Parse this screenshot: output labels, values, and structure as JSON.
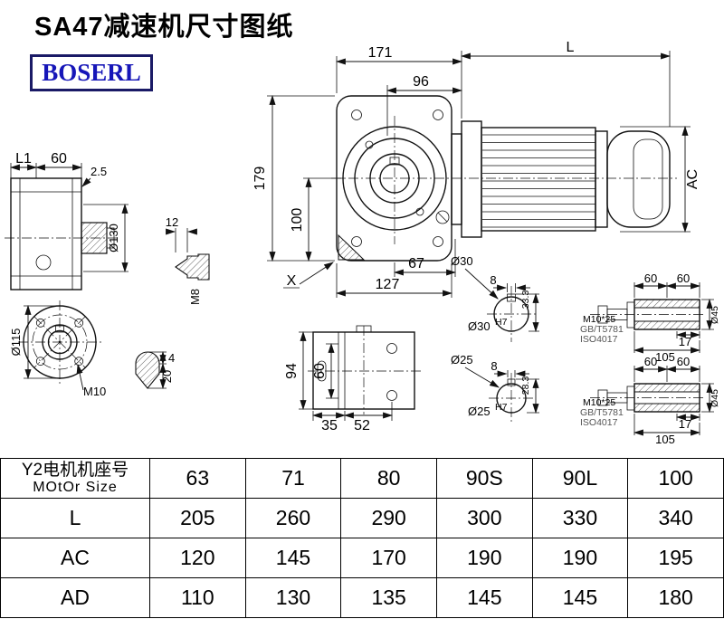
{
  "page": {
    "title": "SA47减速机尺寸图纸",
    "brand": "BOSERL"
  },
  "dims": {
    "top_171": "171",
    "top_L": "L",
    "top_96": "96",
    "left_179": "179",
    "left_100": "100",
    "right_AC": "AC",
    "front_67": "67",
    "front_X": "X",
    "front_127": "127",
    "side_L1": "L1",
    "side_60": "60",
    "side_2_5": "2.5",
    "side_O130": "Ø130",
    "flange_O115": "Ø115",
    "flange_M10": "M10",
    "plug_12": "12",
    "plug_M8": "M8",
    "plug2_4": "4",
    "plug2_20": "20",
    "bottom_94": "94",
    "bottom_60": "60",
    "bottom_35": "35",
    "bottom_52": "52",
    "shaft30_label": "Ø30",
    "shaft30_8": "8",
    "shaft30_depth": "33.3",
    "shaft30_bore": "Ø30",
    "shaft30_tol": "H7",
    "shaft25_label": "Ø25",
    "shaft25_8": "8",
    "shaft25_depth": "28.3",
    "shaft25_bore": "Ø25",
    "shaft25_tol": "H7",
    "stud_bolt": "M10*25",
    "stud_std1": "GB/T5781",
    "stud_std2": "ISO4017",
    "stud_60a": "60",
    "stud_60b": "60",
    "stud_17": "17",
    "stud_105": "105",
    "stud_O45": "Ø45"
  },
  "table": {
    "header": {
      "line1": "Y2电机机座号",
      "line2": "MOtOr Size"
    },
    "motor_sizes": [
      "63",
      "71",
      "80",
      "90S",
      "90L",
      "100"
    ],
    "rows": [
      {
        "label": "L",
        "values": [
          "205",
          "260",
          "290",
          "300",
          "330",
          "340"
        ]
      },
      {
        "label": "AC",
        "values": [
          "120",
          "145",
          "170",
          "190",
          "190",
          "195"
        ]
      },
      {
        "label": "AD",
        "values": [
          "110",
          "130",
          "135",
          "145",
          "145",
          "180"
        ]
      }
    ]
  }
}
